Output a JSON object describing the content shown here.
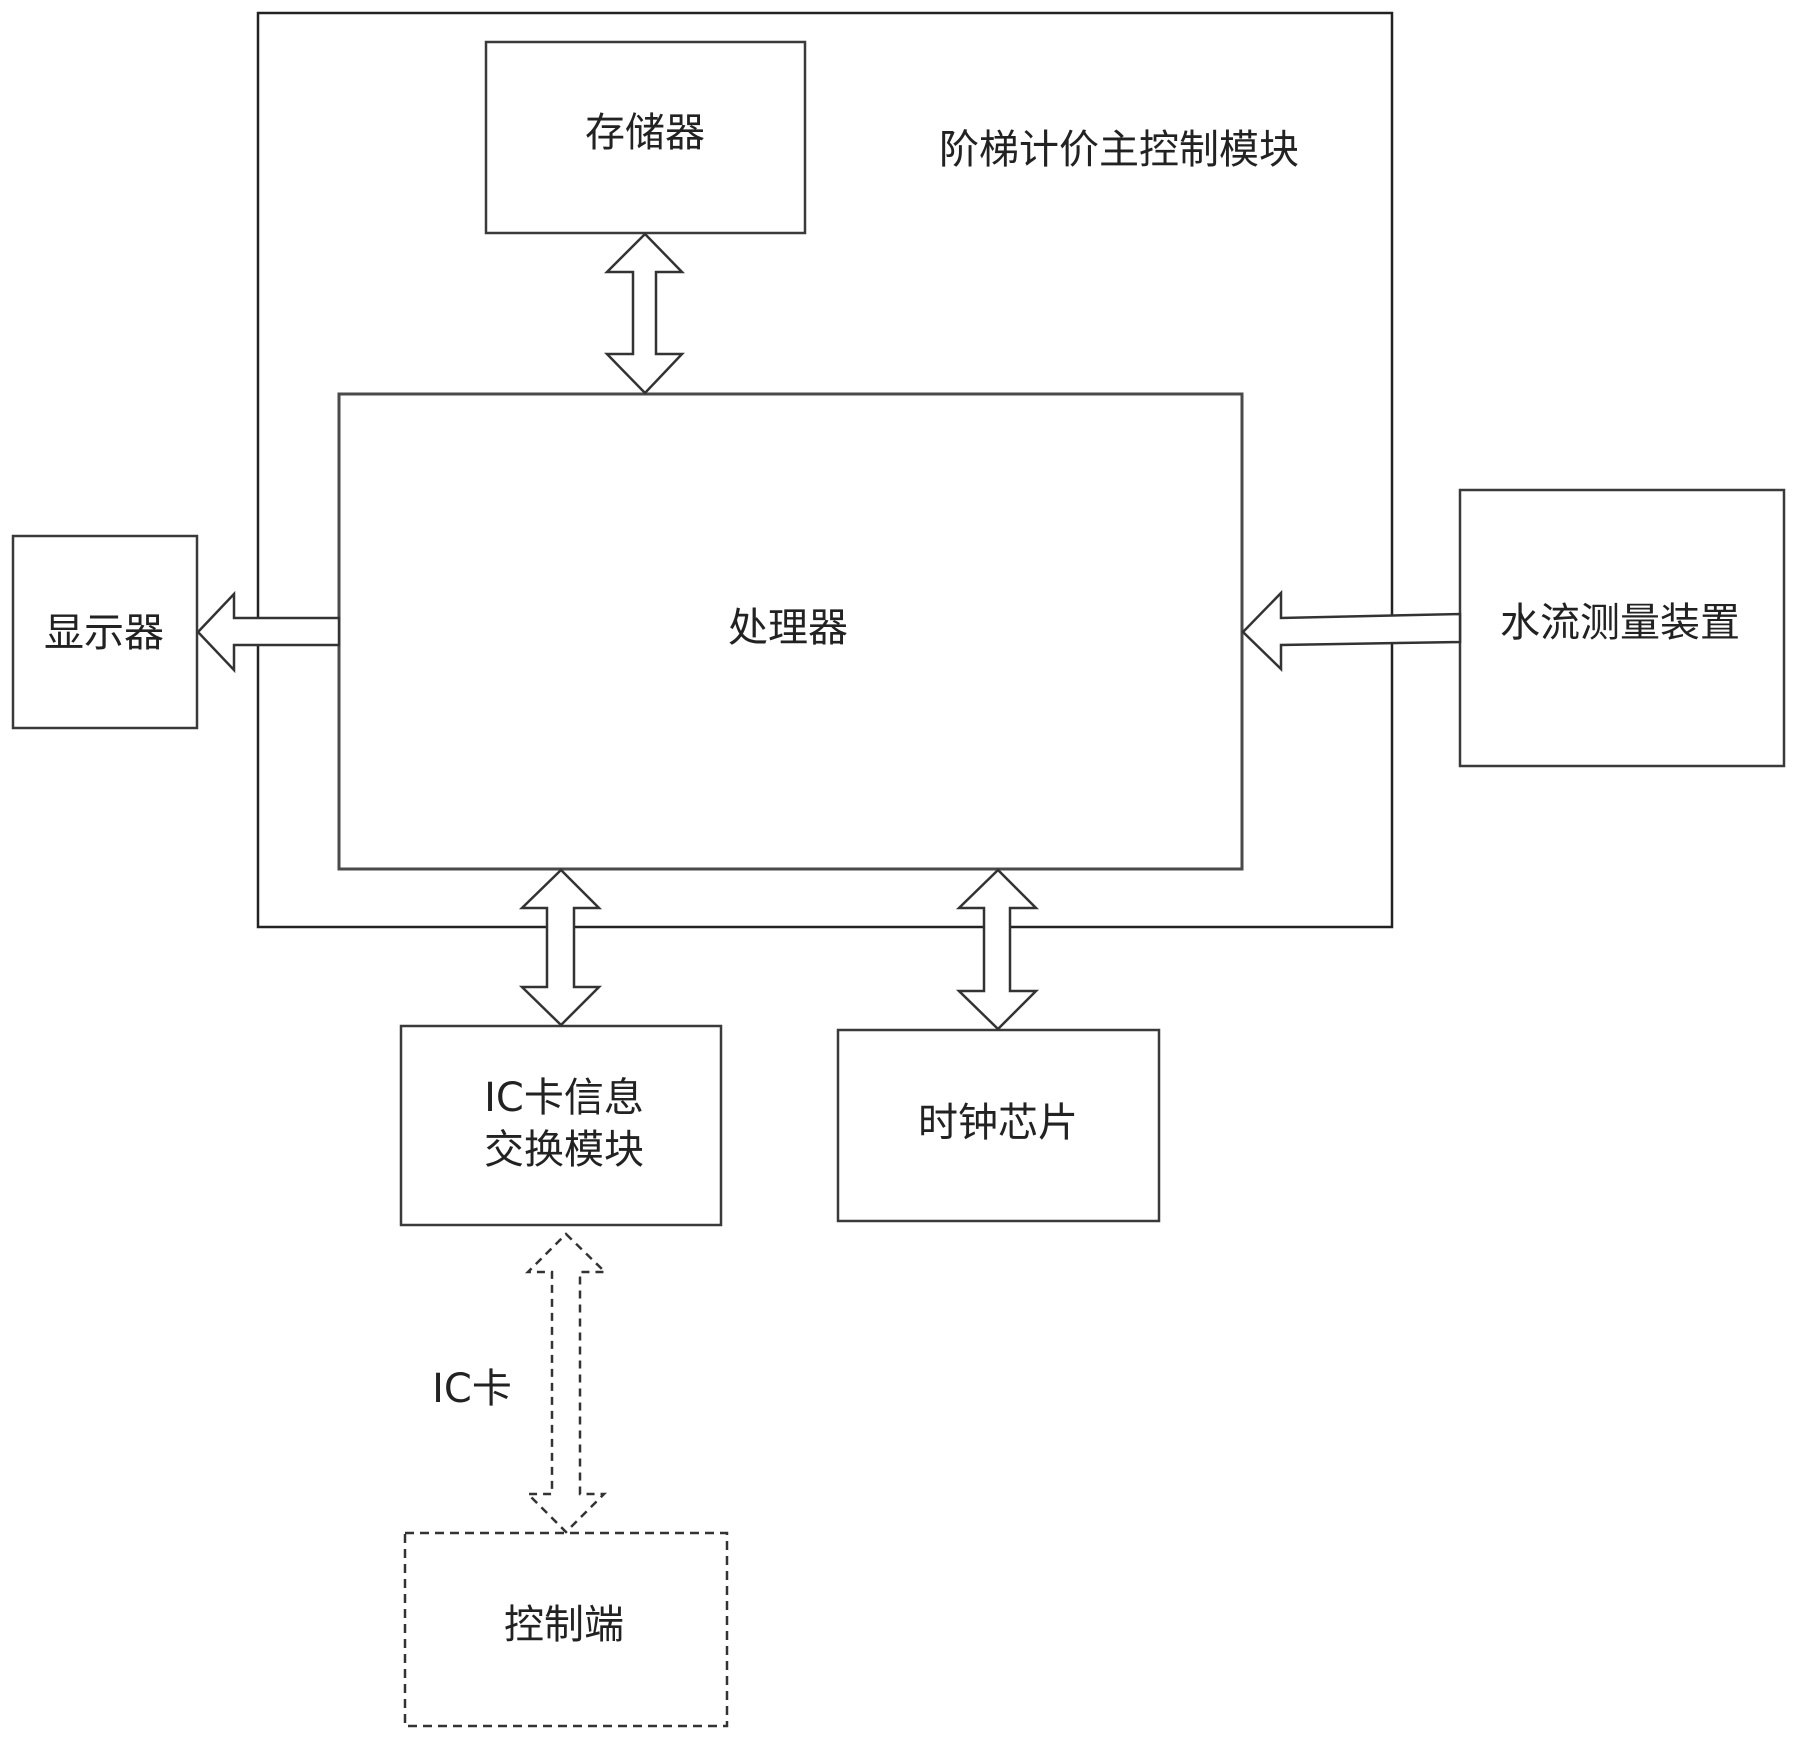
{
  "diagram": {
    "main_module": {
      "label": "阶梯计价主控制模块"
    },
    "storage": {
      "label": "存储器"
    },
    "processor": {
      "label": "处理器"
    },
    "display": {
      "label": "显示器"
    },
    "water_flow_device": {
      "label": "水流测量装置"
    },
    "ic_card_module": {
      "label_line1": "IC卡信息",
      "label_line2": "交换模块"
    },
    "clock_chip": {
      "label": "时钟芯片"
    },
    "control_terminal": {
      "label": "控制端"
    },
    "ic_card_link": {
      "label": "IC卡"
    },
    "connections": [
      {
        "from": "存储器",
        "to": "处理器",
        "direction": "bidirectional",
        "style": "solid"
      },
      {
        "from": "处理器",
        "to": "显示器",
        "direction": "one-way",
        "style": "solid"
      },
      {
        "from": "水流测量装置",
        "to": "处理器",
        "direction": "one-way",
        "style": "solid"
      },
      {
        "from": "处理器",
        "to": "IC卡信息交换模块",
        "direction": "bidirectional",
        "style": "solid"
      },
      {
        "from": "处理器",
        "to": "时钟芯片",
        "direction": "bidirectional",
        "style": "solid"
      },
      {
        "from": "IC卡信息交换模块",
        "to": "控制端",
        "direction": "bidirectional",
        "style": "dashed",
        "label": "IC卡"
      }
    ]
  }
}
